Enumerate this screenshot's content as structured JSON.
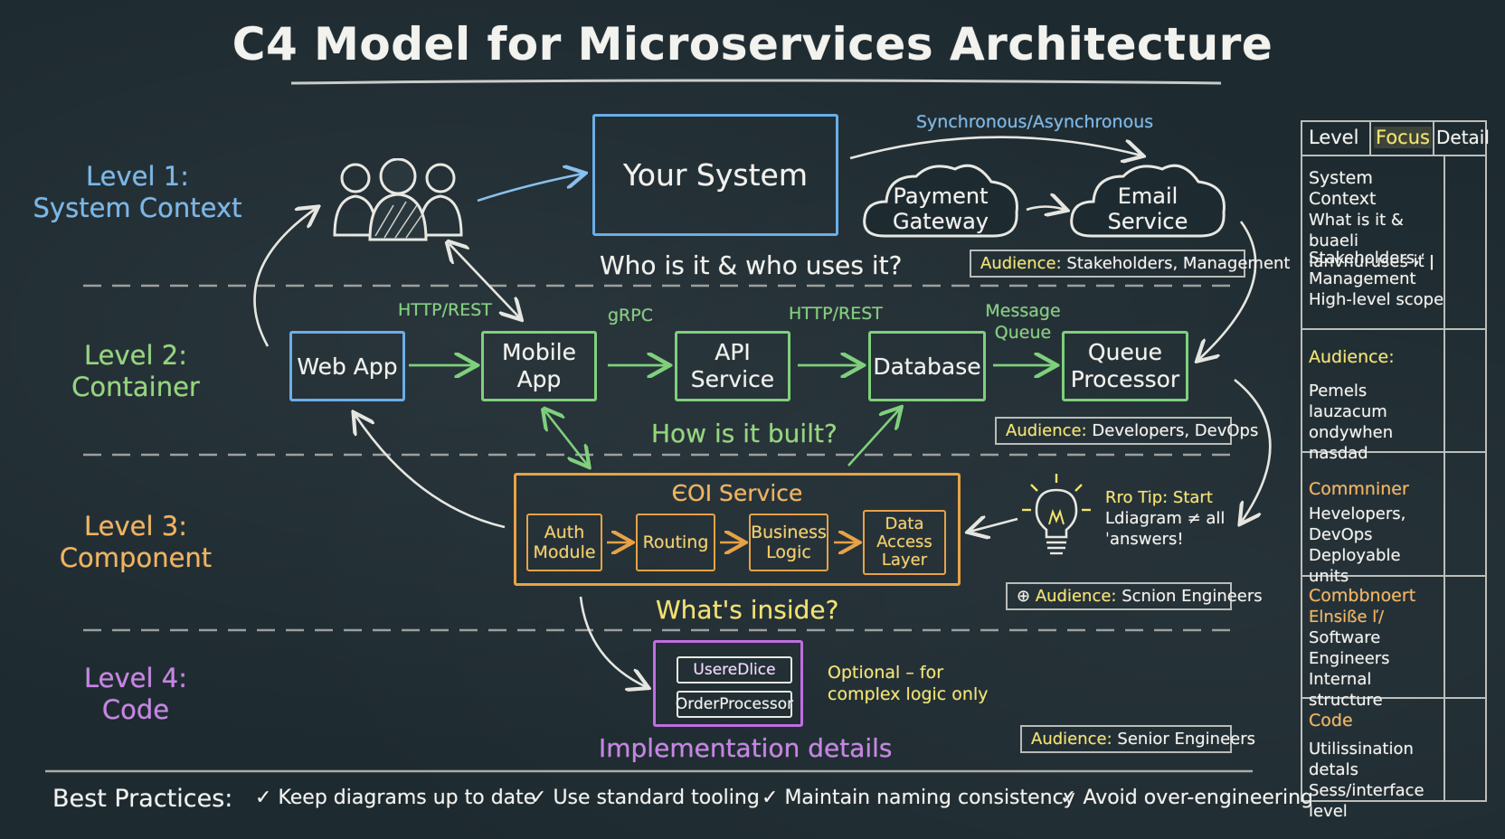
{
  "title": "C4 Model for Microservices Architecture",
  "levels": [
    {
      "line1": "Level 1:",
      "line2": "System Context",
      "color": "#78b8ec"
    },
    {
      "line1": "Level 2:",
      "line2": "Container",
      "color": "#93d77a"
    },
    {
      "line1": "Level 3:",
      "line2": "Component",
      "color": "#f4b35a"
    },
    {
      "line1": "Level 4:",
      "line2": "Code",
      "color": "#c983e8"
    }
  ],
  "level1": {
    "system_box": "Your System",
    "sync_label": "Synchronous/Asynchronous",
    "payment_line1": "Payment",
    "payment_line2": "Gateway",
    "email_line1": "Email",
    "email_line2": "Service",
    "question": "Who is it & who uses it?",
    "audience_key": "Audience:",
    "audience_val": "Stakeholders, Management"
  },
  "level2": {
    "web_app": "Web App",
    "mobile_line1": "Mobile",
    "mobile_line2": "App",
    "api_line1": "API",
    "api_line2": "Service",
    "database": "Database",
    "queue_line1": "Queue",
    "queue_line2": "Processor",
    "lbl_http1": "HTTP/REST",
    "lbl_grpc": "gRPC",
    "lbl_http2": "HTTP/REST",
    "lbl_mq1": "Message",
    "lbl_mq2": "Queue",
    "question": "How is it built?",
    "audience_key": "Audience:",
    "audience_val": "Developers, DevOps"
  },
  "level3": {
    "service_title": "ЄOI Service",
    "auth_line1": "Auth",
    "auth_line2": "Module",
    "routing": "Routing",
    "biz_line1": "Business",
    "biz_line2": "Logic",
    "data_line1": "Data",
    "data_line2": "Access",
    "data_line3": "Layer",
    "question": "What's inside?",
    "tip_line1": "Rro Tip: Start",
    "tip_line2": "Ldiagram ≠ all",
    "tip_line3": "ˈanswers!",
    "audience_prefix": "⊕",
    "audience_key": "Audience:",
    "audience_val": "Scnion Engineers"
  },
  "level4": {
    "class1": "UsereDlice",
    "class2": "OrderProcessor",
    "note_line1": "Optional – for",
    "note_line2": "complex logic only",
    "question": "Implementation details",
    "audience_key": "Audience:",
    "audience_val": "Senior Engineers"
  },
  "table": {
    "headers": [
      "Level",
      "Focus",
      "Detail"
    ],
    "rows": [
      {
        "title": "System Context",
        "lines": [
          "What is it & buaeli",
          "Ianvnuruses iť ǀ"
        ]
      },
      {
        "title": "",
        "lines": [
          "Stakeholders,",
          "Management",
          "High-level scope"
        ]
      },
      {
        "title": "Audience:",
        "lines": [
          "Pemels  lauzacum",
          "ondywhen nasdad"
        ]
      },
      {
        "title": "Commniner",
        "lines": [
          "Hevelopers, DevOps",
          "Deployable units"
        ]
      },
      {
        "title": "Combbnoert",
        "lines": [
          "Elnsiße ľ/",
          "Software Engineers",
          "Internal structure"
        ]
      },
      {
        "title": "Code",
        "lines": [
          "Utilissination detals",
          "Sess/interface level"
        ]
      }
    ]
  },
  "best": {
    "label": "Best Practices:",
    "mark": "✓",
    "items": [
      "Keep diagrams up to date",
      "Use standard tooling",
      "Maintain naming consistency",
      "Avoid over-engineering"
    ]
  },
  "colors": {
    "blue": "#6aaee8",
    "green": "#7fd07c",
    "orange": "#e8a246",
    "purple": "#c06ee0",
    "yellow": "#f4e36b"
  },
  "icons": {
    "users": "users-group-icon",
    "bulb": "lightbulb-icon",
    "cloud": "cloud-icon"
  }
}
